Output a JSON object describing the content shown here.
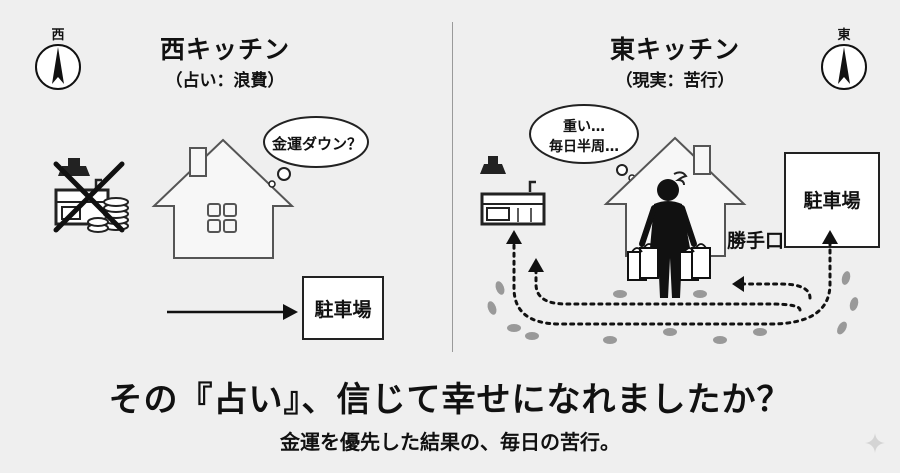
{
  "left": {
    "compass_label": "西",
    "title": "西キッチン",
    "subtitle": "（占い：浪費）",
    "bubble": "金運ダウン？",
    "parking": "駐車場"
  },
  "right": {
    "compass_label": "東",
    "title": "東キッチン",
    "subtitle": "（現実：苦行）",
    "bubble_line1": "重い…",
    "bubble_line2": "毎日半周…",
    "parking": "駐車場",
    "back_door": "勝手口"
  },
  "headline": "その『占い』、信じて幸せになれましたか？",
  "tagline": "金運を優先した結果の、毎日の苦行。"
}
